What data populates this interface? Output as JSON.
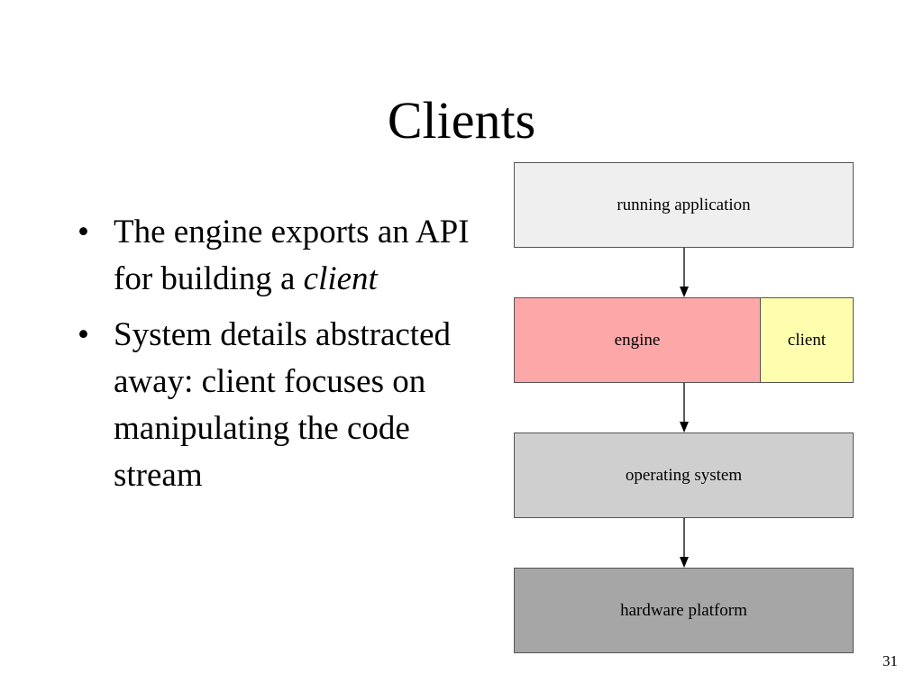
{
  "slide": {
    "title": "Clients",
    "page_number": "31"
  },
  "bullets": {
    "b1_text": "The engine exports an API for building a ",
    "b1_italic": "client",
    "b2_text": "System details abstracted away: client focuses on manipulating the code stream"
  },
  "diagram": {
    "running_application": "running application",
    "engine": "engine",
    "client": "client",
    "operating_system": "operating system",
    "hardware_platform": "hardware platform",
    "colors": {
      "running_application": "#efefef",
      "engine": "#fda8a8",
      "client": "#fefeae",
      "operating_system": "#cfcfcf",
      "hardware_platform": "#a6a6a6"
    }
  }
}
